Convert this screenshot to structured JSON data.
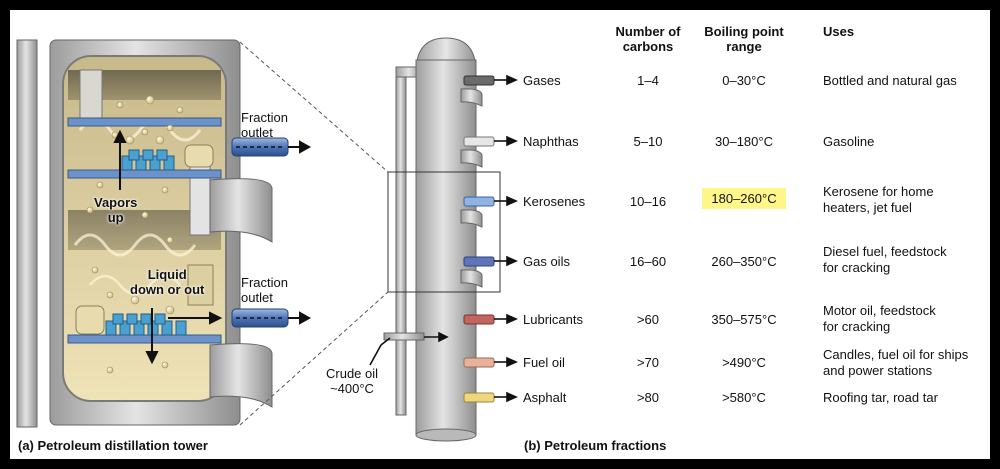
{
  "panel_a": {
    "caption": "(a) Petroleum distillation tower",
    "vapors_line1": "Vapors",
    "vapors_line2": "up",
    "liquid_line1": "Liquid",
    "liquid_line2": "down or out",
    "outlet_line1": "Fraction",
    "outlet_line2": "outlet"
  },
  "panel_b": {
    "caption": "(b) Petroleum fractions",
    "crude_line1": "Crude oil",
    "crude_line2": "~400°C"
  },
  "table": {
    "headers": [
      {
        "line1": "Number of",
        "line2": "carbons"
      },
      {
        "line1": "Boiling point",
        "line2": "range"
      },
      {
        "line1": "Uses"
      }
    ],
    "rows": [
      {
        "name": "Gases",
        "carbons": "1–4",
        "boiling": "0–30°C",
        "uses1": "Bottled and natural gas",
        "tap_color": "#6b6b6b"
      },
      {
        "name": "Naphthas",
        "carbons": "5–10",
        "boiling": "30–180°C",
        "uses1": "Gasoline",
        "tap_color": "#e6e6e6"
      },
      {
        "name": "Kerosenes",
        "carbons": "10–16",
        "boiling": "180–260°C",
        "uses1": "Kerosene for home",
        "uses2": "heaters, jet fuel",
        "tap_color": "#8fb3e3",
        "highlight": "#fff68a"
      },
      {
        "name": "Gas oils",
        "carbons": "16–60",
        "boiling": "260–350°C",
        "uses1": "Diesel fuel, feedstock",
        "uses2": "for cracking",
        "tap_color": "#5f74ba"
      },
      {
        "name": "Lubricants",
        "carbons": ">60",
        "boiling": "350–575°C",
        "uses1": "Motor oil, feedstock",
        "uses2": "for cracking",
        "tap_color": "#c2645f"
      },
      {
        "name": "Fuel oil",
        "carbons": ">70",
        "boiling": ">490°C",
        "uses1": "Candles, fuel oil for ships",
        "uses2": "and power stations",
        "tap_color": "#e8b29a"
      },
      {
        "name": "Asphalt",
        "carbons": ">80",
        "boiling": ">580°C",
        "uses1": "Roofing tar, road tar",
        "tap_color": "#efd77f"
      }
    ]
  }
}
